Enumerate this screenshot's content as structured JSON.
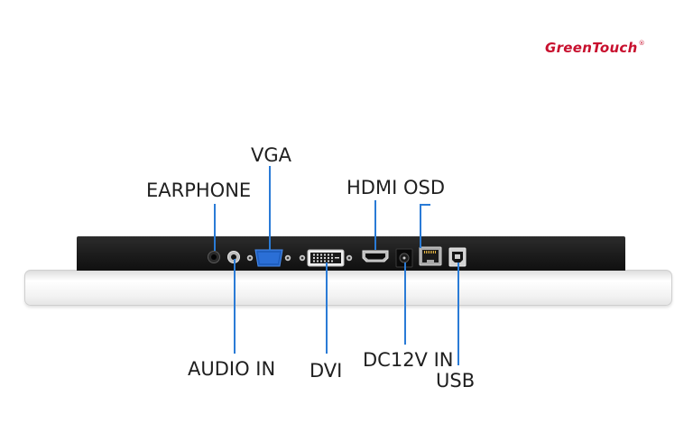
{
  "brand": {
    "name": "GreenTouch",
    "mark": "®",
    "color": "#c8102e"
  },
  "accent_color": "#2a7bd6",
  "labels": {
    "vga": "VGA",
    "earphone": "EARPHONE",
    "hdmi": "HDMI",
    "osd": "OSD",
    "audio_in": "AUDIO IN",
    "dvi": "DVI",
    "dc12v": "DC12V IN",
    "usb": "USB"
  },
  "ports": [
    {
      "id": "earphone",
      "icon": "audio-jack-icon"
    },
    {
      "id": "audio_in",
      "icon": "audio-jack-icon"
    },
    {
      "id": "vga",
      "icon": "vga-port-icon"
    },
    {
      "id": "dvi",
      "icon": "dvi-port-icon"
    },
    {
      "id": "hdmi",
      "icon": "hdmi-port-icon"
    },
    {
      "id": "dc12v",
      "icon": "dc-jack-icon"
    },
    {
      "id": "osd",
      "icon": "rj-osd-port-icon"
    },
    {
      "id": "usb",
      "icon": "usb-b-port-icon"
    }
  ]
}
